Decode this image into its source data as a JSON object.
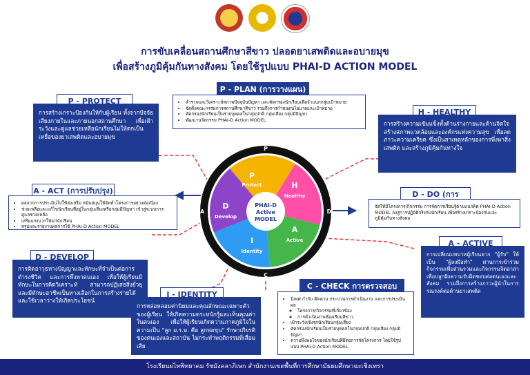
{
  "title_line1": "การขับเคลื่อนสถานศึกษาสีขาว ปลอดยาเสพติดและอบายมุข",
  "title_line2": "เพื่อสร้างภูมิคุ้มกันทางสังคม โดยใช้รูปแบบ PHAI-D ACTION MODEL",
  "wheel": {
    "center": [
      "PHAI-D",
      "Active",
      "MODEL"
    ],
    "segments": [
      {
        "letter": "P",
        "word": "Protect",
        "color": "#f5b400"
      },
      {
        "letter": "H",
        "word": "Healthy",
        "color": "#ff4fa8"
      },
      {
        "letter": "A",
        "word": "Active",
        "color": "#45b649"
      },
      {
        "letter": "I",
        "word": "Identity",
        "color": "#2e9cf2"
      },
      {
        "letter": "D",
        "word": "Develop",
        "color": "#8e44c8"
      }
    ],
    "ring_letters": {
      "top": "P",
      "right": "D",
      "bottom": "C",
      "left": "A"
    }
  },
  "protect": {
    "header": "P - PROTECT",
    "text": "การสร้างเกราะป้องกันให้กับผู้เรียน ทั้งจากปัจจัยเสี่ยงภายในและภายนอกสถานศึกษา เพื่อเฝ้าระวังและดูแลช่วยเหลือนักเรียนไม่ให้ตกเป็นเหยื่อของยาเสพติดและอบายมุข"
  },
  "plan": {
    "header": "P - PLAN (การวางแผน)",
    "items": [
      "สำรวจและวิเคราะห์สภาพปัจจุบันปัญหา และคัดกรองนักเรียนเพื่อจำแนกกลุ่มเป้าหมาย",
      "จัดตั้งคณะกรรมการสถานศึกษาสีขาว รวมถึงการกำหนดนโยบายและเป้าหมาย",
      "คัดกรองนักเรียนเป็นรายบุคคลในกลุ่มปกติ กลุ่มเสี่ยง กลุ่มมีปัญหา",
      "พัฒนานวัตกรรม PHAI-D Action MODEL"
    ]
  },
  "healthy": {
    "header": "H - HEALTHY",
    "text": "การสร้างความเข้มแข็งทั้งด้านร่างกายและด้านจิตใจ สร้างสภาพแวดล้อมและองค์กรแห่งความสุข เพื่อลดภาวะความเครียด ซึ่งเป็นสาเหตุหลักของการพึ่งพาสิ่งเสพติด และสร้างภูมิคุ้มกันทางใจ"
  },
  "act": {
    "header": "A - ACT (การปรับปรุง)",
    "items": [
      "ผลจากการประเมินไปใช้ส่งเสริม สนับสนุนให้จัดทำโครงการอย่างต่อเนื่อง",
      "ช่วยเหลือและแก้ไขนักเรียนที่อยู่ในกลุ่มเสี่ยงหรือกลุ่มมีปัญหา เข้าสู่ระบบการดูแลช่วยเหลือ",
      "เสริมแรงบวกให้แก่นักเรียน",
      "สรุปและรายงานผลการใช้ PHAI-D Action MODEL"
    ]
  },
  "do": {
    "header": "D - DO (การปฏิบัติ)",
    "text": "จัดให้มีโครงการ/กิจกรรม การจัดการเรียนรู้ตามแนวคิด PHAI-D Action MODEL ลงสู่การปฏิบัติจริงกับนักเรียน เพื่อสร้างเกราะป้องกันและภูมิคุ้มกันทางสังคม"
  },
  "develop": {
    "header": "D - DEVELOP",
    "text": "การติดอาวุธทางปัญญาและทักษะที่จำเป็นต่อการดำรงชีวิต และการพึ่งพาตนเอง เพื่อให้ผู้เรียนมีทักษะในการคิดวิเคราะห์ สามารถปฏิเสธสิ่งยั่วยุ และมีทักษะอาชีพเป็นทางเลือกในการสร้างรายได้และใช้เวลาว่างให้เกิดประโยชน์"
  },
  "active": {
    "header": "A - ACTIVE",
    "text": "การเปลี่ยนบทบาทผู้เรียนจาก \"ผู้รับ\" ให้เป็น \"ผู้ลงมือทำ\" ผ่านการเข้าร่วมกิจกรรมเพื่อส่วนรวมและกิจกรรมจิตอาสา เพื่อปลูกฝังความรับผิดชอบต่อตนเองและสังคม รวมถึงการสร้างภาวะผู้นำในการรณรงค์ต่อต้านยาเสพติด"
  },
  "identity": {
    "header": "I - IDENTITY",
    "text": "การหล่อหลอมค่านิยมและคุณลักษณะเฉพาะตัวของผู้เรียน ให้เกิดความตระหนักรู้และเห็นคุณค่าในตนเอง เพื่อให้ผู้เรียนเกิดความภาคภูมิใจในความเป็น \"ลูก ผ.ร.ษ. คือ ลูกพ่อขุน\" รักษาเกียรติของตนเองและสถาบัน ไม่กระทำพฤติกรรมที่เสื่อมเสีย"
  },
  "check": {
    "header": "C - CHECK การตรวจสอบ",
    "items": [
      "นิเทศ กำกับ ติดตาม กระบวนการดำเนินงาน และการประเมินผล",
      "โครงการ/กิจกรรมที่เกี่ยวข้อง",
      "การดำเนินงานห้องเรียนสีขาว",
      "เฝ้าระวังเชิงรุกนักเรียนกลุ่มเสี่ยง",
      "คัดกรองนักเรียนเป็นรายบุคคลในกลุ่มปกติ กลุ่มเสี่ยง กลุ่มมีปัญหา",
      "ความพึงพอใจของนักเรียนที่มีต่อการจัดโครงการ โดยใช้รูปแบบ PHAI-D Action MODEL"
    ]
  },
  "footer": "โรงเรียนผไทพิทยาคม รัชมังคลาภิเษก     สำนักงานเขตพื้นที่การศึกษามัธยมศึกษาฉะเชิงเทรา",
  "colors": {
    "navy": "#1f3a93",
    "red_dash": "#e53935",
    "footer": "#1a237e"
  },
  "icons": [
    "crest-logo-1",
    "crest-logo-2",
    "crest-logo-3"
  ]
}
